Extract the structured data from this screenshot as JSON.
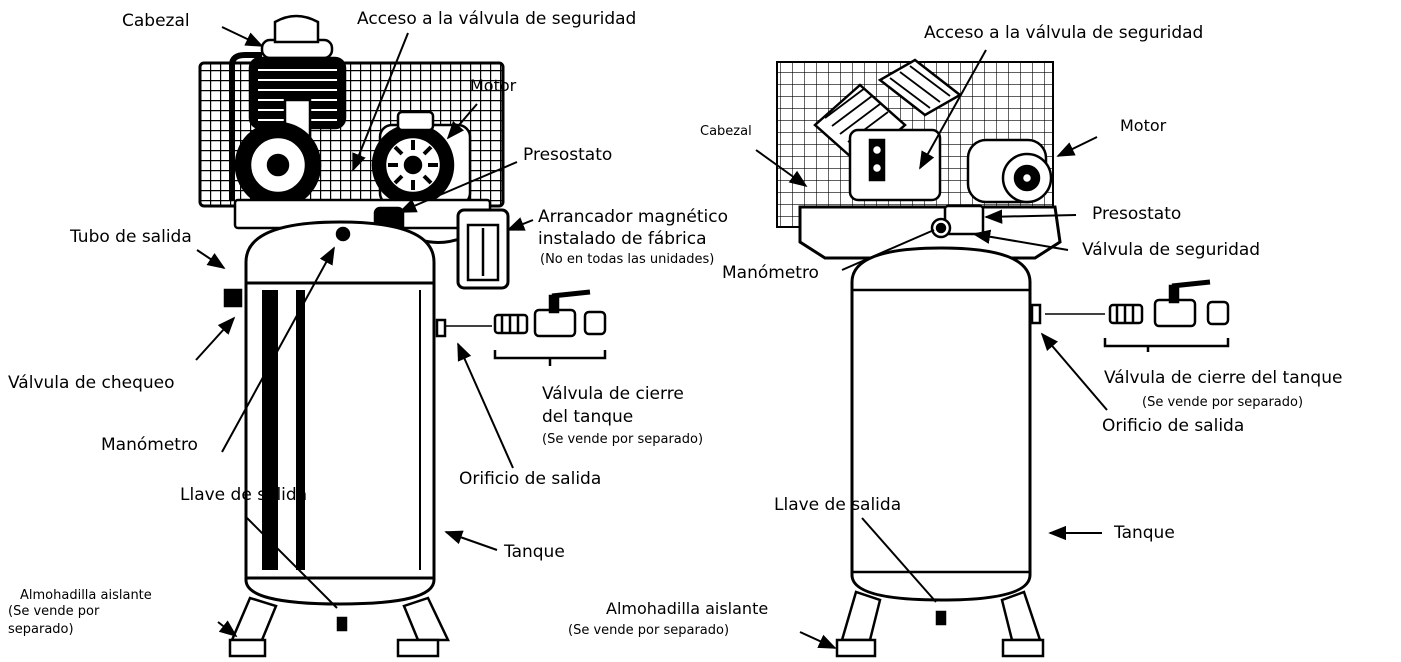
{
  "colors": {
    "ink": "#000000",
    "paper": "#ffffff"
  },
  "left": {
    "cabezal": "Cabezal",
    "acceso": "Acceso a la válvula de seguridad",
    "motor": "Motor",
    "presostato": "Presostato",
    "arrancador_1": "Arrancador magnético",
    "arrancador_2": "instalado de fábrica",
    "arrancador_note": "(No en todas las unidades)",
    "tubo": "Tubo de salida",
    "chequeo": "Válvula de chequeo",
    "manometro": "Manómetro",
    "cierre_1": "Válvula de cierre",
    "cierre_2": "del tanque",
    "cierre_note": "(Se vende por separado)",
    "orificio": "Orificio de salida",
    "llave": "Llave de salida",
    "tanque": "Tanque",
    "almohadilla": "Almohadilla aislante",
    "almo_note_1": "(Se vende por",
    "almo_note_2": "separado)"
  },
  "right": {
    "acceso": "Acceso a la válvula de seguridad",
    "cabezal": "Cabezal",
    "motor": "Motor",
    "presostato": "Presostato",
    "seguridad": "Válvula de seguridad",
    "manometro": "Manómetro",
    "cierre": "Válvula de cierre del tanque",
    "cierre_note": "(Se vende por separado)",
    "orificio": "Orificio de salida",
    "llave": "Llave de salida",
    "tanque": "Tanque",
    "almohadilla": "Almohadilla aislante",
    "almo_note": "(Se vende por separado)"
  }
}
